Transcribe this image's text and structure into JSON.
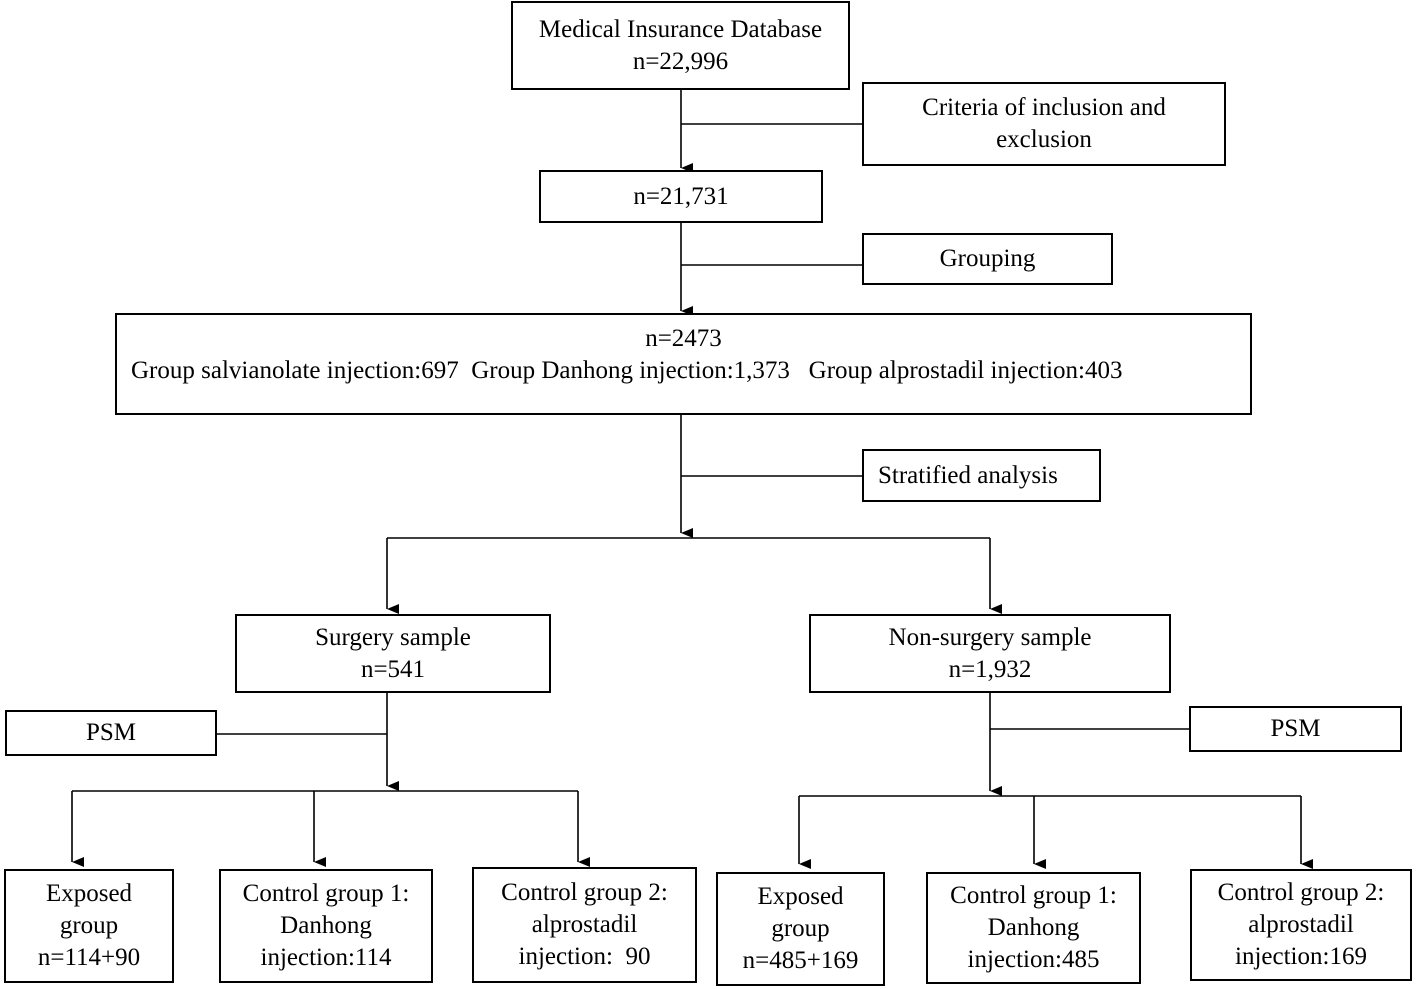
{
  "database": {
    "title": "Medical Insurance Database",
    "n": "n=22,996"
  },
  "criteria": {
    "line1": "Criteria of inclusion and",
    "line2": "exclusion"
  },
  "included": {
    "n": "n=21,731"
  },
  "grouping": {
    "label": "Grouping"
  },
  "grouped": {
    "n": "n=2473",
    "groups": "Group salvianolate injection:697  Group Danhong injection:1,373   Group alprostadil injection:403"
  },
  "stratified": {
    "label": "Stratified analysis"
  },
  "surgery": {
    "title": "Surgery sample",
    "n": "n=541",
    "psm": "PSM",
    "exposed": {
      "line1": "Exposed",
      "line2": "group",
      "line3": "n=114+90"
    },
    "control1": {
      "line1": "Control group 1:",
      "line2": "Danhong",
      "line3": "injection:114"
    },
    "control2": {
      "line1": "Control group 2:",
      "line2": "alprostadil",
      "line3": "injection:  90"
    }
  },
  "nonsurgery": {
    "title": "Non-surgery sample",
    "n": "n=1,932",
    "psm": "PSM",
    "exposed": {
      "line1": "Exposed",
      "line2": "group",
      "line3": "n=485+169"
    },
    "control1": {
      "line1": "Control group 1:",
      "line2": "Danhong",
      "line3": "injection:485"
    },
    "control2": {
      "line1": "Control group 2:",
      "line2": "alprostadil",
      "line3": "injection:169"
    }
  }
}
